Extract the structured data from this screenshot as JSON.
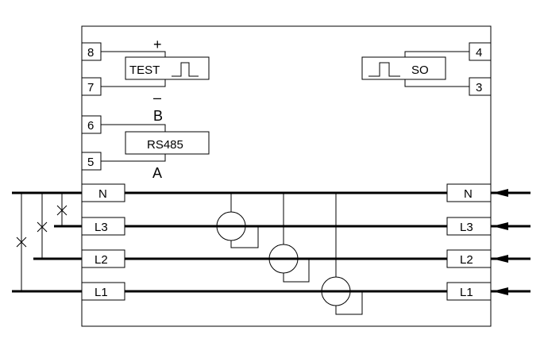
{
  "diagram": {
    "terminals_left": {
      "t8": "8",
      "t7": "7",
      "t6": "6",
      "t5": "5",
      "n": "N",
      "l3": "L3",
      "l2": "L2",
      "l1": "L1"
    },
    "terminals_right": {
      "t4": "4",
      "t3": "3",
      "n": "N",
      "l3": "L3",
      "l2": "L2",
      "l1": "L1"
    },
    "test_module": {
      "label": "TEST",
      "plus": "+",
      "minus": "–"
    },
    "so_module": {
      "label": "SO"
    },
    "rs485_module": {
      "label": "RS485",
      "b": "B",
      "a": "A"
    }
  }
}
